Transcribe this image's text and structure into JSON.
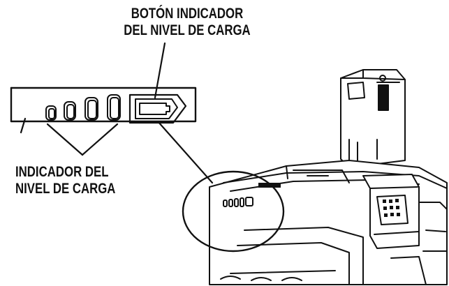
{
  "labels": {
    "button": {
      "line1": "BOTÓN INDICADOR",
      "line2": "DEL NIVEL DE CARGA"
    },
    "indicator": {
      "line1": "INDICADOR DEL",
      "line2": "NIVEL DE CARGA"
    }
  },
  "colors": {
    "ink": "#111111",
    "background": "#ffffff"
  }
}
